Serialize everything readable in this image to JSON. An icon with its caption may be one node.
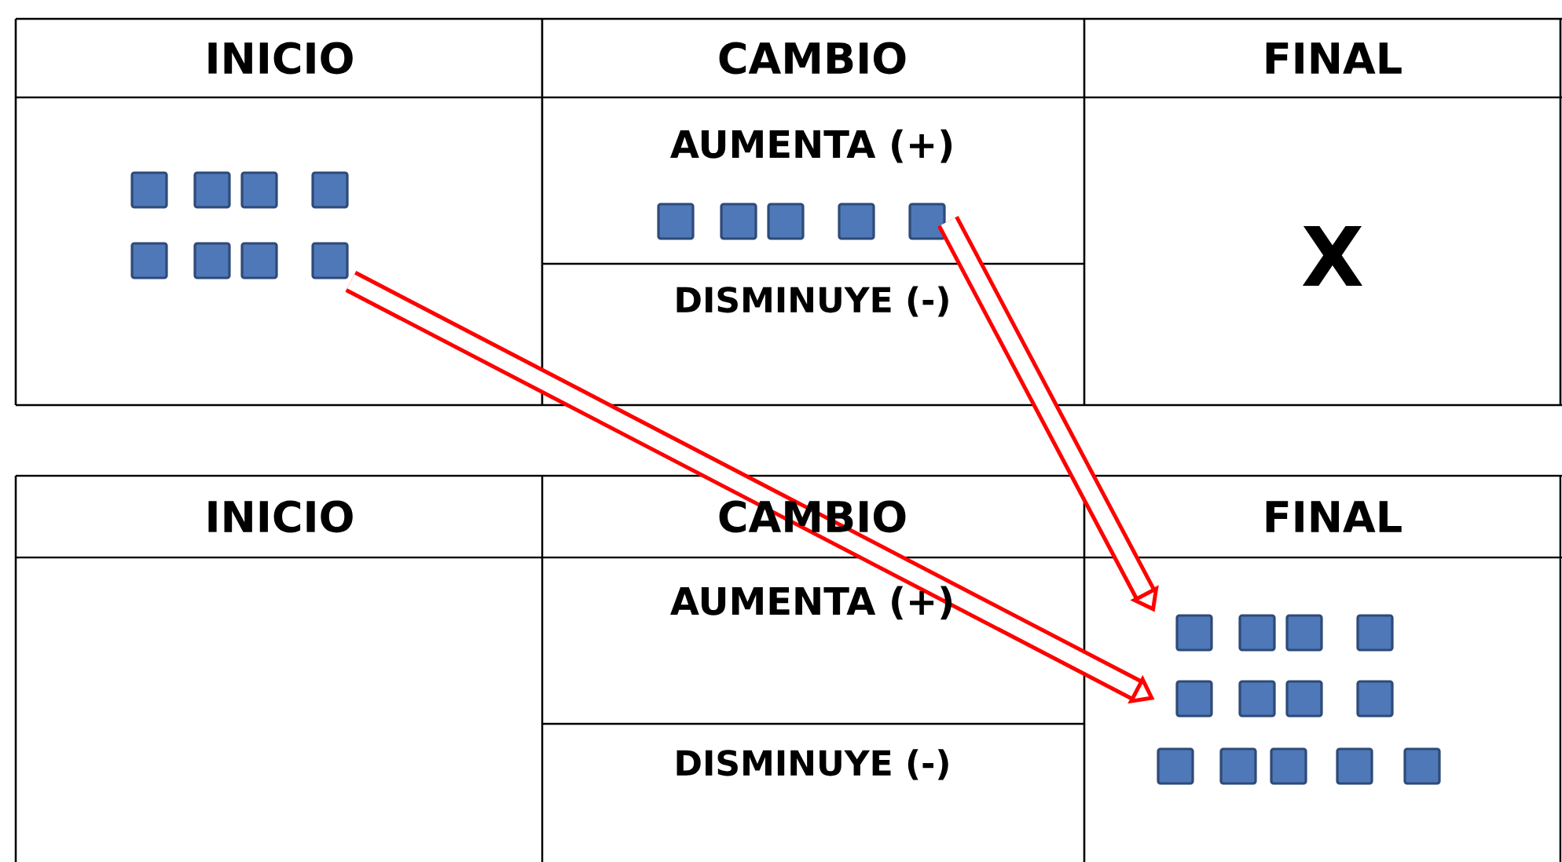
{
  "diagram": {
    "nodes": [
      {
        "text": [],
        "shape": "box"
      },
      {
        "text": [],
        "shape": "box"
      },
      {
        "text": [],
        "shape": "box"
      }
    ],
    "edges": [
      {
        "from": 0,
        "to": 2,
        "arrow": "to",
        "color": "#ff0000"
      },
      {
        "from": 1,
        "to": 2,
        "arrow": "to",
        "color": "#ff0000"
      }
    ],
    "labels": [
      "INICIO",
      "CAMBIO",
      "FINAL",
      "AUMENTA (+)",
      "DISMINUYE (-)",
      "X",
      "INICIO",
      "CAMBIO",
      "FINAL",
      "AUMENTA (+)",
      "DISMINUYE (-)"
    ]
  }
}
